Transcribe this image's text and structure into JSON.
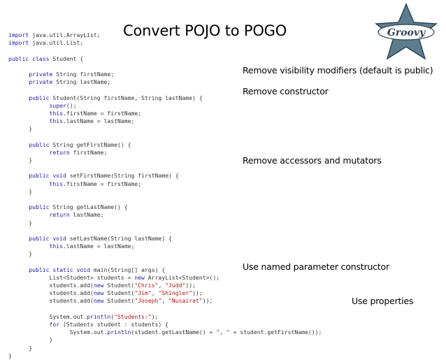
{
  "slide": {
    "title": "Convert POJO to POGO",
    "logo_text": "Groovy",
    "annotations": [
      "Remove visibility modifiers (default is public)",
      "Remove constructor",
      "Remove accessors and mutators",
      "Use named parameter constructor",
      "Use properties"
    ]
  },
  "code": {
    "lines": [
      [
        {
          "t": "import",
          "k": true
        },
        {
          "t": " java.util.ArrayList;"
        }
      ],
      [
        {
          "t": "import",
          "k": true
        },
        {
          "t": " java.util.List;"
        }
      ],
      [],
      [
        {
          "t": "public",
          "k": true
        },
        {
          "t": " "
        },
        {
          "t": "class",
          "k": true
        },
        {
          "t": " Student {"
        }
      ],
      [],
      [
        {
          "t": "      "
        },
        {
          "t": "private",
          "k": true
        },
        {
          "t": " String firstName;"
        }
      ],
      [
        {
          "t": "      "
        },
        {
          "t": "private",
          "k": true
        },
        {
          "t": " String lastName;"
        }
      ],
      [],
      [
        {
          "t": "      "
        },
        {
          "t": "public",
          "k": true
        },
        {
          "t": " Student(String firstName, String lastName) {"
        }
      ],
      [
        {
          "t": "            "
        },
        {
          "t": "super",
          "k": true
        },
        {
          "t": "();"
        }
      ],
      [
        {
          "t": "            "
        },
        {
          "t": "this",
          "k": true
        },
        {
          "t": ".firstName = firstName;"
        }
      ],
      [
        {
          "t": "            "
        },
        {
          "t": "this",
          "k": true
        },
        {
          "t": ".lastName = lastName;"
        }
      ],
      [
        {
          "t": "      }"
        }
      ],
      [],
      [
        {
          "t": "      "
        },
        {
          "t": "public",
          "k": true
        },
        {
          "t": " String getFirstName() {"
        }
      ],
      [
        {
          "t": "            "
        },
        {
          "t": "return",
          "k": true
        },
        {
          "t": " firstName;"
        }
      ],
      [
        {
          "t": "      }"
        }
      ],
      [],
      [
        {
          "t": "      "
        },
        {
          "t": "public",
          "k": true
        },
        {
          "t": " "
        },
        {
          "t": "void",
          "k": true
        },
        {
          "t": " setFirstName(String firstName) {"
        }
      ],
      [
        {
          "t": "            "
        },
        {
          "t": "this",
          "k": true
        },
        {
          "t": ".firstName = firstName;"
        }
      ],
      [
        {
          "t": "      }"
        }
      ],
      [],
      [
        {
          "t": "      "
        },
        {
          "t": "public",
          "k": true
        },
        {
          "t": " String getLastName() {"
        }
      ],
      [
        {
          "t": "            "
        },
        {
          "t": "return",
          "k": true
        },
        {
          "t": " lastName;"
        }
      ],
      [
        {
          "t": "      }"
        }
      ],
      [],
      [
        {
          "t": "      "
        },
        {
          "t": "public",
          "k": true
        },
        {
          "t": " "
        },
        {
          "t": "void",
          "k": true
        },
        {
          "t": " setLastName(String lastName) {"
        }
      ],
      [
        {
          "t": "            "
        },
        {
          "t": "this",
          "k": true
        },
        {
          "t": ".lastName = lastName;"
        }
      ],
      [
        {
          "t": "      }"
        }
      ],
      [],
      [
        {
          "t": "      "
        },
        {
          "t": "public",
          "k": true
        },
        {
          "t": " "
        },
        {
          "t": "static",
          "k": true
        },
        {
          "t": " "
        },
        {
          "t": "void",
          "k": true
        },
        {
          "t": " main(String[] args) {"
        }
      ],
      [
        {
          "t": "            List<Student> students = "
        },
        {
          "t": "new",
          "k": true
        },
        {
          "t": " ArrayList<Student>();"
        }
      ],
      [
        {
          "t": "            students.add("
        },
        {
          "t": "new",
          "k": true
        },
        {
          "t": " Student("
        },
        {
          "t": "\"Chris\"",
          "s": true
        },
        {
          "t": ", "
        },
        {
          "t": "\"Judd\"",
          "s": true
        },
        {
          "t": "));"
        }
      ],
      [
        {
          "t": "            students.add("
        },
        {
          "t": "new",
          "k": true
        },
        {
          "t": " Student("
        },
        {
          "t": "\"Jim\"",
          "s": true
        },
        {
          "t": ", "
        },
        {
          "t": "\"Shingler\"",
          "s": true
        },
        {
          "t": "));"
        }
      ],
      [
        {
          "t": "            students.add("
        },
        {
          "t": "new",
          "k": true
        },
        {
          "t": " Student("
        },
        {
          "t": "\"Joseph\"",
          "s": true
        },
        {
          "t": ", "
        },
        {
          "t": "\"Nusairat\"",
          "s": true
        },
        {
          "t": "));"
        }
      ],
      [],
      [
        {
          "t": "            System.out."
        },
        {
          "t": "println",
          "k": true
        },
        {
          "t": "("
        },
        {
          "t": "\"Students:\"",
          "s": true
        },
        {
          "t": ");"
        }
      ],
      [
        {
          "t": "            "
        },
        {
          "t": "for",
          "k": true
        },
        {
          "t": " (Students student : students) {"
        }
      ],
      [
        {
          "t": "                  System.out."
        },
        {
          "t": "println",
          "k": true
        },
        {
          "t": "(student.getLastName() + "
        },
        {
          "t": "\", \"",
          "s": true
        },
        {
          "t": " + student.getFirstName());"
        }
      ],
      [
        {
          "t": "            }"
        }
      ],
      [
        {
          "t": "      }"
        }
      ],
      [
        {
          "t": "}"
        }
      ]
    ]
  },
  "colors": {
    "keyword": "#1a1aa6",
    "string": "#b01010",
    "code_text": "#333333",
    "logo_star": "#5d7d8f"
  }
}
